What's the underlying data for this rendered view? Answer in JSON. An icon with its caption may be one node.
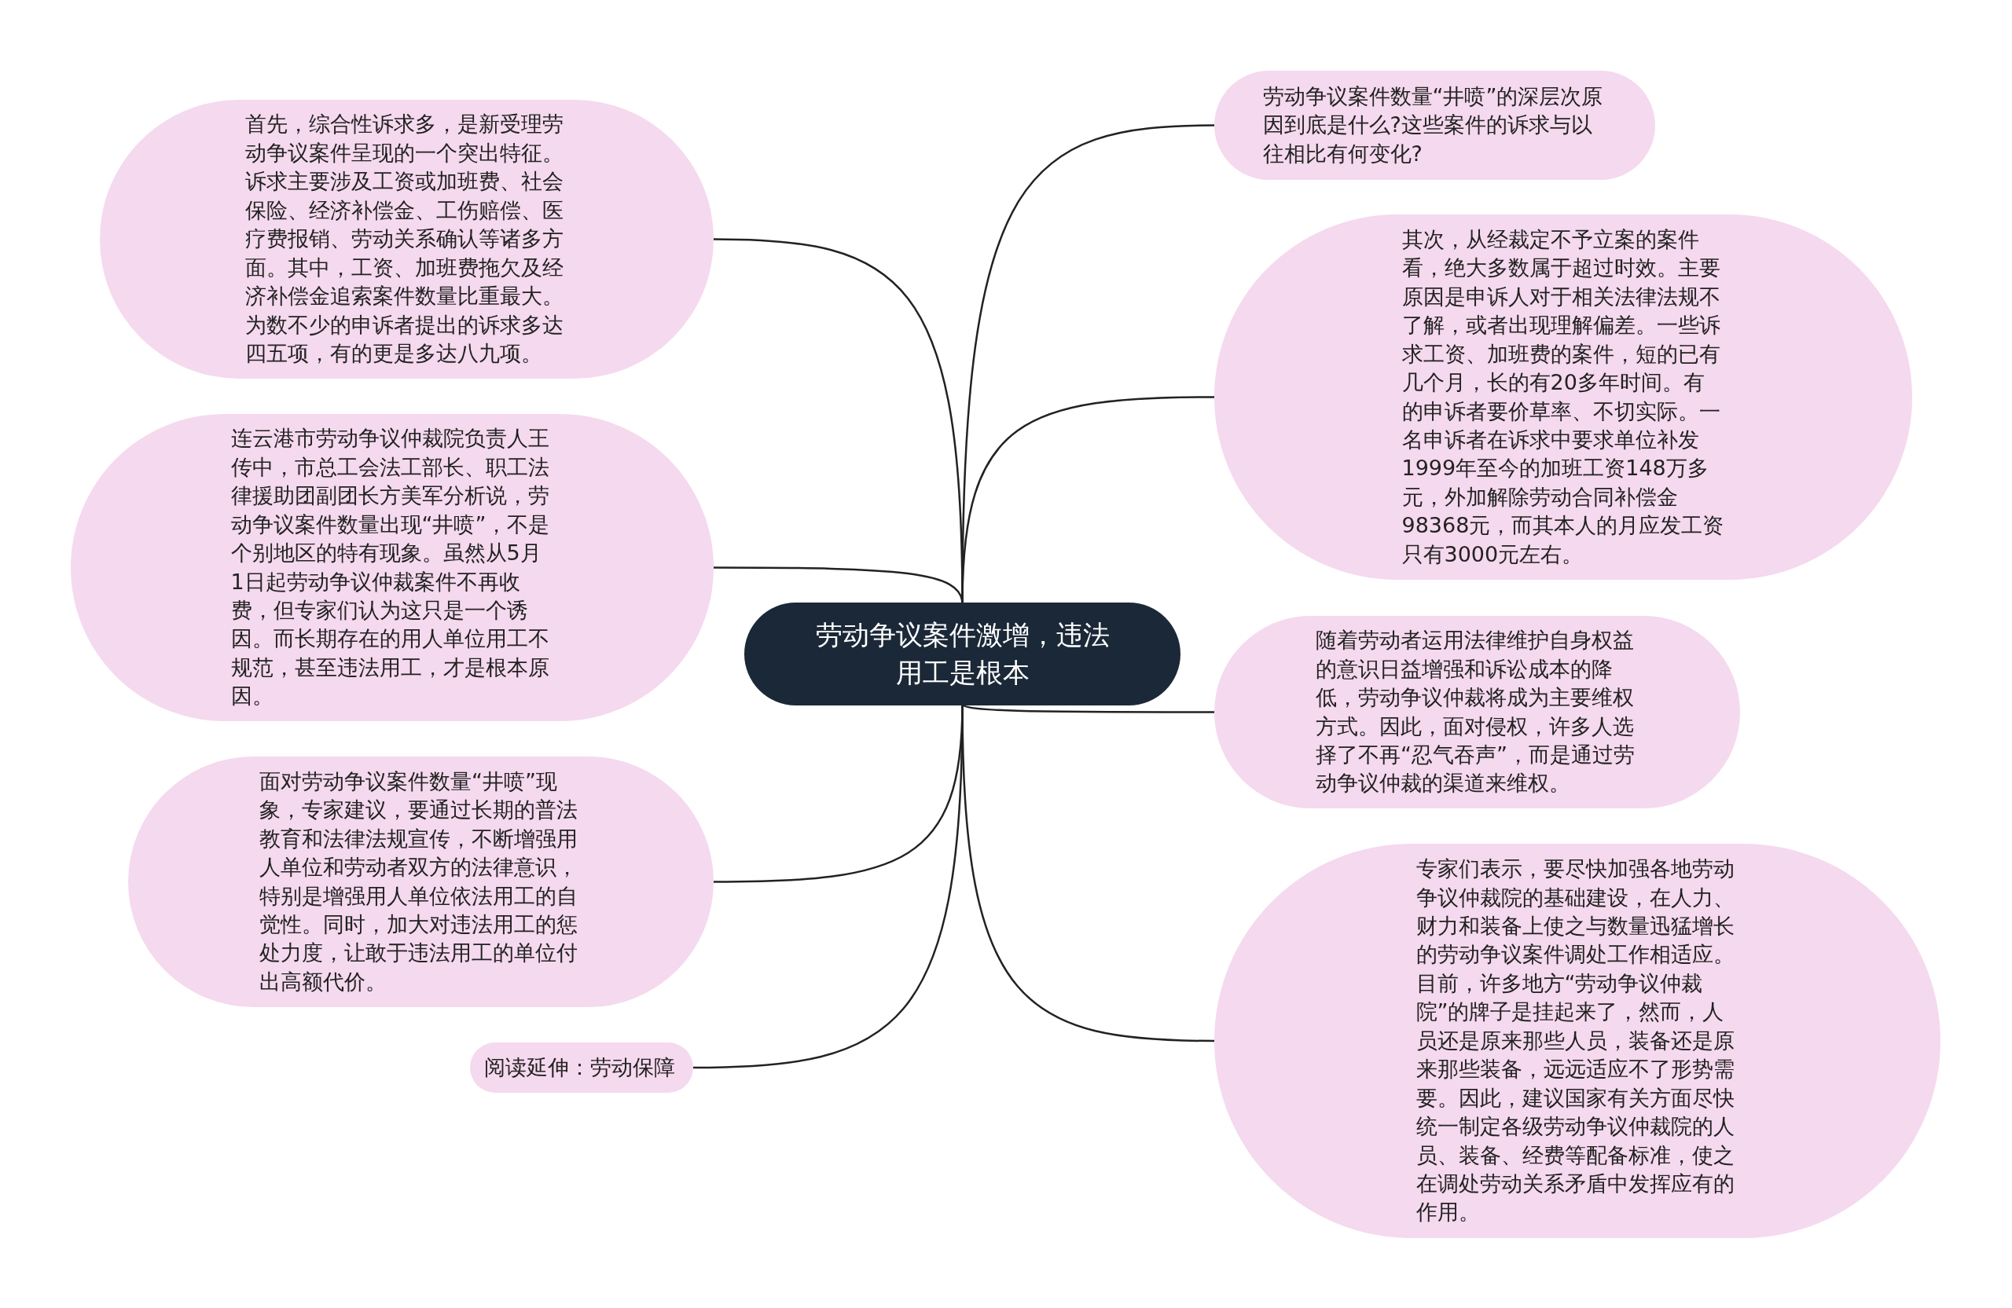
{
  "diagram": {
    "nodes": [
      {
        "text": [
          "劳动争议案件激增，违法用工是根本"
        ]
      },
      {
        "text": [
          "首先，综合性诉求多，是新受理劳动争议案件呈现的一个突出特征。诉求主要涉及工资或加班费、社会保险、经济补偿金、工伤赔偿、医疗费报销、劳动关系确认等诸多方面。其中，工资、加班费拖欠及经济补偿金追索案件数量比重最大。为数不少的申诉者提出的诉求多达四五项，有的更是多达八九项。"
        ]
      },
      {
        "text": [
          "连云港市劳动争议仲裁院负责人王传中，市总工会法工部长、职工法律援助团副团长方美军分析说，劳动争议案件数量出现“井喷”，不是个别地区的特有现象。虽然从5月1日起劳动争议仲裁案件不再收费，但专家们认为这只是一个诱因。而长期存在的用人单位用工不规范，甚至违法用工，才是根本原因。"
        ]
      },
      {
        "text": [
          "面对劳动争议案件数量“井喷”现象，专家建议，要通过长期的普法教育和法律法规宣传，不断增强用人单位和劳动者双方的法律意识，特别是增强用人单位依法用工的自觉性。同时，加大对违法用工的惩处力度，让敢于违法用工的单位付出高额代价。"
        ]
      },
      {
        "text": [
          "阅读延伸：劳动保障"
        ]
      },
      {
        "text": [
          "劳动争议案件数量“井喷”的深层次原因到底是什么?这些案件的诉求与以往相比有何变化?"
        ]
      },
      {
        "text": [
          "其次，从经裁定不予立案的案件看，绝大多数属于超过时效。主要原因是申诉人对于相关法律法规不了解，或者出现理解偏差。一些诉求工资、加班费的案件，短的已有几个月，长的有20多年时间。有的申诉者要价草率、不切实际。一名申诉者在诉求中要求单位补发1999年至今的加班工资148万多元，外加解除劳动合同补偿金98368元，而其本人的月应发工资只有3000元左右。"
        ]
      },
      {
        "text": [
          "随着劳动者运用法律维护自身权益的意识日益增强和诉讼成本的降低，劳动争议仲裁将成为主要维权方式。因此，面对侵权，许多人选择了不再“忍气吞声”，而是通过劳动争议仲裁的渠道来维权。"
        ]
      },
      {
        "text": [
          "专家们表示，要尽快加强各地劳动争议仲裁院的基础建设，在人力、财力和装备上使之与数量迅猛增长的劳动争议案件调处工作相适应。目前，许多地方“劳动争议仲裁院”的牌子是挂起来了，然而，人员还是原来那些人员，装备还是原来那些装备，远远适应不了形势需要。因此，建议国家有关方面尽快统一制定各级劳动争议仲裁院的人员、装备、经费等配备标准，使之在调处劳动关系矛盾中发挥应有的作用。"
        ]
      }
    ],
    "edges": [
      {
        "from": 0,
        "to": 1,
        "arrow": "none"
      },
      {
        "from": 0,
        "to": 2,
        "arrow": "none"
      },
      {
        "from": 0,
        "to": 3,
        "arrow": "none"
      },
      {
        "from": 0,
        "to": 4,
        "arrow": "none"
      },
      {
        "from": 0,
        "to": 5,
        "arrow": "none"
      },
      {
        "from": 0,
        "to": 6,
        "arrow": "none"
      },
      {
        "from": 0,
        "to": 7,
        "arrow": "none"
      },
      {
        "from": 0,
        "to": 8,
        "arrow": "none"
      }
    ]
  }
}
